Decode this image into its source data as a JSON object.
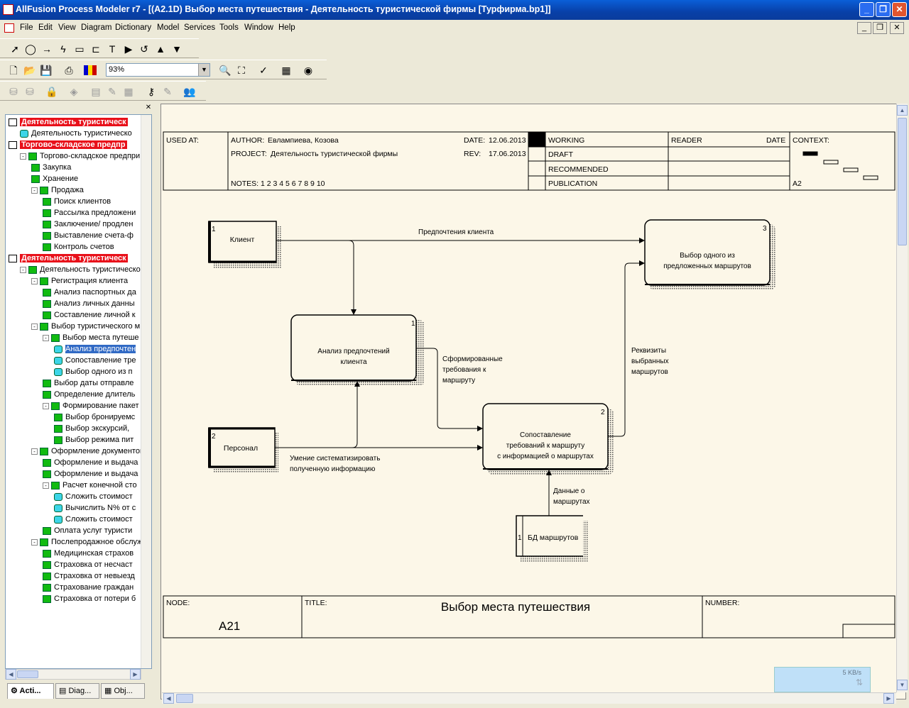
{
  "window": {
    "title": "AllFusion Process Modeler r7 - [(A2.1D) Выбор места путешествия - Деятельность туристической фирмы  [Турфирма.bp1]]"
  },
  "menu": [
    "File",
    "Edit",
    "View",
    "Diagram",
    "Dictionary",
    "Model",
    "Services",
    "Tools",
    "Window",
    "Help"
  ],
  "zoom": "93%",
  "tree": [
    {
      "label": "Деятельность туристическ",
      "style": "red",
      "icon": "m",
      "indent": 0
    },
    {
      "label": "Деятельность туристическо",
      "icon": "c",
      "indent": 1
    },
    {
      "label": "Торгово-складское предпр",
      "style": "red",
      "icon": "m",
      "indent": 0
    },
    {
      "label": "Торгово-складское предпри",
      "icon": "g",
      "indent": 1,
      "exp": "-"
    },
    {
      "label": "Закупка",
      "icon": "g",
      "indent": 2
    },
    {
      "label": "Хранение",
      "icon": "g",
      "indent": 2
    },
    {
      "label": "Продажа",
      "icon": "g",
      "indent": 2,
      "exp": "-"
    },
    {
      "label": "Поиск клиентов",
      "icon": "g",
      "indent": 3
    },
    {
      "label": "Рассылка предложени",
      "icon": "g",
      "indent": 3
    },
    {
      "label": "Заключение/ продлен",
      "icon": "g",
      "indent": 3
    },
    {
      "label": "Выставление счета-ф",
      "icon": "g",
      "indent": 3
    },
    {
      "label": "Контроль счетов",
      "icon": "g",
      "indent": 3
    },
    {
      "label": "Деятельность туристическ",
      "style": "red",
      "icon": "m",
      "indent": 0
    },
    {
      "label": "Деятельность туристическо",
      "icon": "g",
      "indent": 1,
      "exp": "-"
    },
    {
      "label": "Регистрация клиента",
      "icon": "g",
      "indent": 2,
      "exp": "-"
    },
    {
      "label": "Анализ паспортных да",
      "icon": "g",
      "indent": 3
    },
    {
      "label": "Анализ личных данны",
      "icon": "g",
      "indent": 3
    },
    {
      "label": "Составление личной к",
      "icon": "g",
      "indent": 3
    },
    {
      "label": "Выбор туристического м",
      "icon": "g",
      "indent": 2,
      "exp": "-"
    },
    {
      "label": "Выбор места путеше",
      "icon": "g",
      "indent": 3,
      "exp": "-"
    },
    {
      "label": "Анализ предпочтен",
      "icon": "c",
      "indent": 4,
      "style": "sel"
    },
    {
      "label": "Сопоставление тре",
      "icon": "c",
      "indent": 4
    },
    {
      "label": "Выбор одного из п",
      "icon": "c",
      "indent": 4
    },
    {
      "label": "Выбор даты отправле",
      "icon": "g",
      "indent": 3
    },
    {
      "label": "Определение длитель",
      "icon": "g",
      "indent": 3
    },
    {
      "label": "Формирование пакет",
      "icon": "g",
      "indent": 3,
      "exp": "-"
    },
    {
      "label": "Выбор бронируемс",
      "icon": "g",
      "indent": 4
    },
    {
      "label": "Выбор экскурсий,",
      "icon": "g",
      "indent": 4
    },
    {
      "label": "Выбор режима пит",
      "icon": "g",
      "indent": 4
    },
    {
      "label": "Оформление документов",
      "icon": "g",
      "indent": 2,
      "exp": "-"
    },
    {
      "label": "Оформление и выдача",
      "icon": "g",
      "indent": 3
    },
    {
      "label": "Оформление и выдача",
      "icon": "g",
      "indent": 3
    },
    {
      "label": "Расчет конечной сто",
      "icon": "g",
      "indent": 3,
      "exp": "-"
    },
    {
      "label": "Сложить стоимост",
      "icon": "c",
      "indent": 4
    },
    {
      "label": "Вычислить N% от с",
      "icon": "c",
      "indent": 4
    },
    {
      "label": "Сложить стоимост",
      "icon": "c",
      "indent": 4
    },
    {
      "label": "Оплата услуг туристи",
      "icon": "g",
      "indent": 3
    },
    {
      "label": "Послепродажное обслуж",
      "icon": "g",
      "indent": 2,
      "exp": "-"
    },
    {
      "label": "Медицинская страхов",
      "icon": "g",
      "indent": 3
    },
    {
      "label": "Страховка от несчаст",
      "icon": "g",
      "indent": 3
    },
    {
      "label": "Страховка от невыезд",
      "icon": "g",
      "indent": 3
    },
    {
      "label": "Страхование граждан",
      "icon": "g",
      "indent": 3
    },
    {
      "label": "Страховка от потери б",
      "icon": "g",
      "indent": 3
    }
  ],
  "tabs": [
    "Acti...",
    "Diag...",
    "Obj..."
  ],
  "header": {
    "used_at": "USED AT:",
    "author_label": "AUTHOR:",
    "author": "Евлампиева, Козова",
    "project_label": "PROJECT:",
    "project": "Деятельность туристической фирмы",
    "date_label": "DATE:",
    "date": "12.06.2013",
    "rev_label": "REV:",
    "rev": "17.06.2013",
    "notes": "NOTES:  1  2  3  4  5  6  7  8  9  10",
    "status": [
      "WORKING",
      "DRAFT",
      "RECOMMENDED",
      "PUBLICATION"
    ],
    "reader": "READER",
    "reader_date": "DATE",
    "context": "CONTEXT:",
    "context_node": "A2"
  },
  "footer": {
    "node_label": "NODE:",
    "node": "A21",
    "title_label": "TITLE:",
    "title": "Выбор места путешествия",
    "number_label": "NUMBER:"
  },
  "diagram": {
    "boxes": [
      {
        "num": "1",
        "lines": [
          "Анализ предпочтений",
          "клиента"
        ]
      },
      {
        "num": "2",
        "lines": [
          "Сопоставление",
          "требований к маршруту",
          "с информацией о маршрутах"
        ]
      },
      {
        "num": "3",
        "lines": [
          "Выбор одного из",
          "предложенных маршрутов"
        ]
      }
    ],
    "externals": [
      {
        "num": "1",
        "label": "Клиент"
      },
      {
        "num": "2",
        "label": "Персонал"
      }
    ],
    "store": {
      "num": "1",
      "label": "БД маршрутов"
    },
    "arrows": {
      "client_pref": "Предпочтения клиента",
      "formed": [
        "Сформированные",
        "требования к",
        "маршруту"
      ],
      "details": [
        "Реквизиты",
        "выбранных",
        "маршрутов"
      ],
      "skill": [
        "Умение систематизировать",
        "полученную информацию"
      ],
      "route_data": [
        "Данные о",
        "маршрутах"
      ]
    }
  },
  "net_widget": "5 KB/s"
}
